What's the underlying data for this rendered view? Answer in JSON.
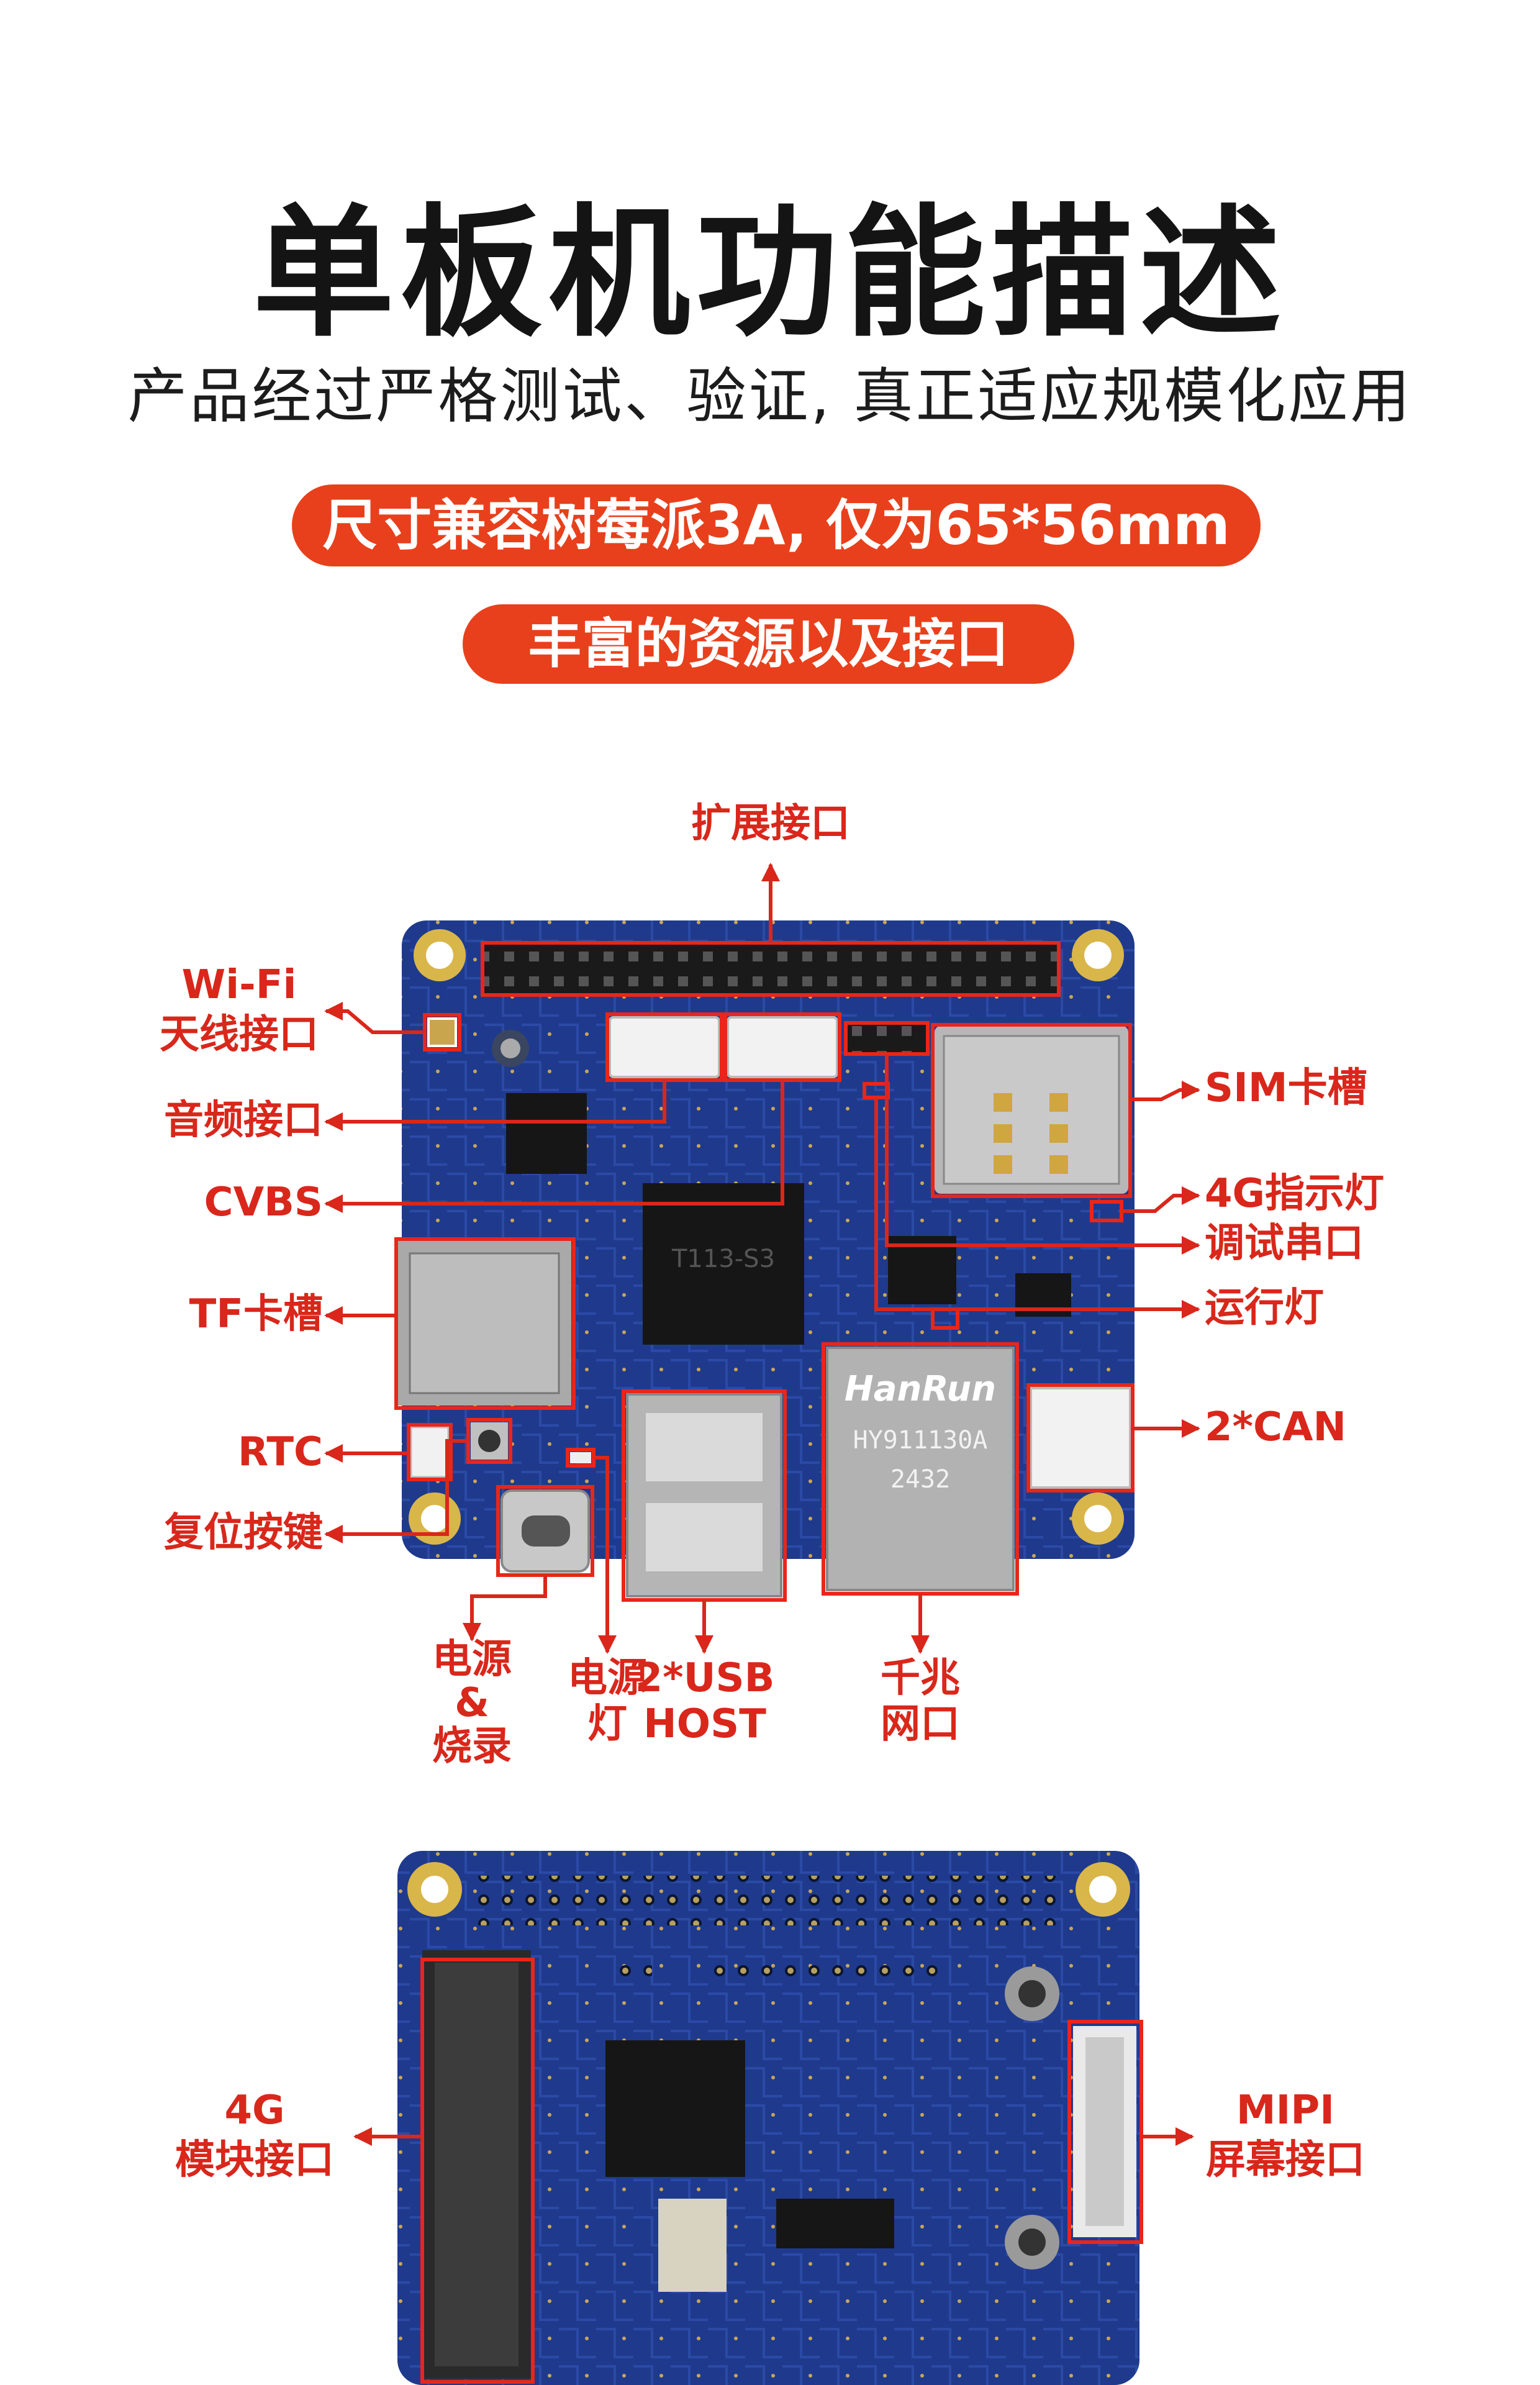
{
  "header": {
    "title": "单板机功能描述",
    "subtitle": "产品经过严格测试、验证, 真正适应规模化应用",
    "badge1": "尺寸兼容树莓派3A, 仅为65*56mm",
    "badge2": "丰富的资源以及接口"
  },
  "top_board": {
    "ethernet_brand": "HanRun",
    "ethernet_model": "HY911130A",
    "ethernet_code": "2432",
    "soc_marking": "T113-S3"
  },
  "labels": {
    "expansion": "扩展接口",
    "wifi_1": "Wi-Fi",
    "wifi_2": "天线接口",
    "audio": "音频接口",
    "cvbs": "CVBS",
    "tf": "TF卡槽",
    "rtc": "RTC",
    "reset": "复位按键",
    "sim": "SIM卡槽",
    "led4g": "4G指示灯",
    "debug": "调试串口",
    "run_led": "运行灯",
    "can": "2*CAN",
    "power_1": "电源",
    "power_2": "&",
    "power_3": "烧录",
    "powerled_1": "电源",
    "powerled_2": "灯",
    "usb_1": "2*USB",
    "usb_2": "HOST",
    "eth_1": "千兆",
    "eth_2": "网口",
    "module4g_1": "4G",
    "module4g_2": "模块接口",
    "mipi_1": "MIPI",
    "mipi_2": "屏幕接口"
  },
  "colors": {
    "accent": "#e8401c",
    "label": "#d9271b",
    "pcb": "#1f3a8c",
    "pcb_dark": "#12286a"
  }
}
